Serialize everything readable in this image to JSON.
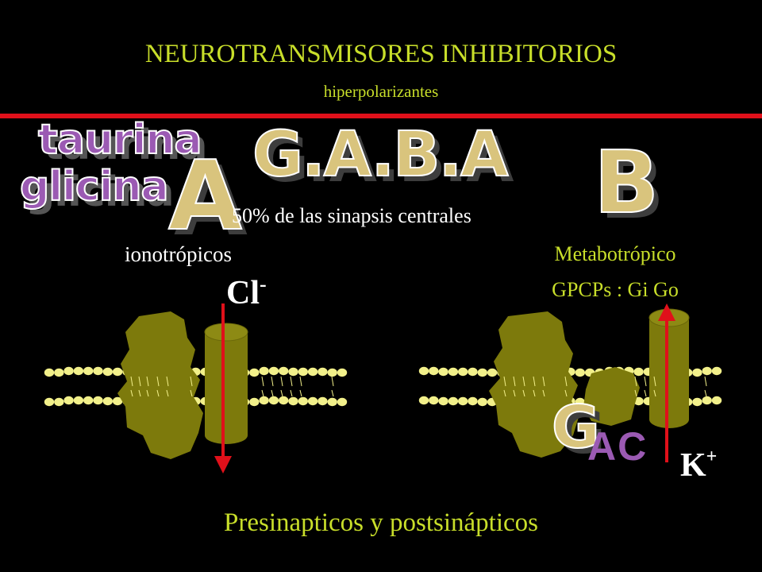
{
  "title": "NEUROTRANSMISORES INHIBITORIOS",
  "subtitle": "hiperpolarizantes",
  "logos": {
    "taurina": "taurina",
    "glicina": "glicina",
    "gaba": "G.A.B.A",
    "a": "A",
    "b": "B",
    "g": "G"
  },
  "synapse_share": "50% de las sinapsis centrales",
  "ionotropic_label": "ionotrópicos",
  "metabotropic_label": "Metabotrópico",
  "gpcp_label": "GPCPs : Gi Go",
  "chloride": {
    "symbol": "Cl",
    "charge": "-"
  },
  "potassium": {
    "symbol": "K",
    "charge": "+"
  },
  "adenylate_cyclase": "AC",
  "bottom_text": "Presinapticos y postsinápticos",
  "colors": {
    "title": "#c8de2a",
    "rule": "#e0101a",
    "protein": "#7d7a0c",
    "arrow": "#e0101a",
    "lipid": "#f2f08a",
    "logo_purple": "#9b5ab3",
    "logo_tan": "#d9c47d"
  }
}
